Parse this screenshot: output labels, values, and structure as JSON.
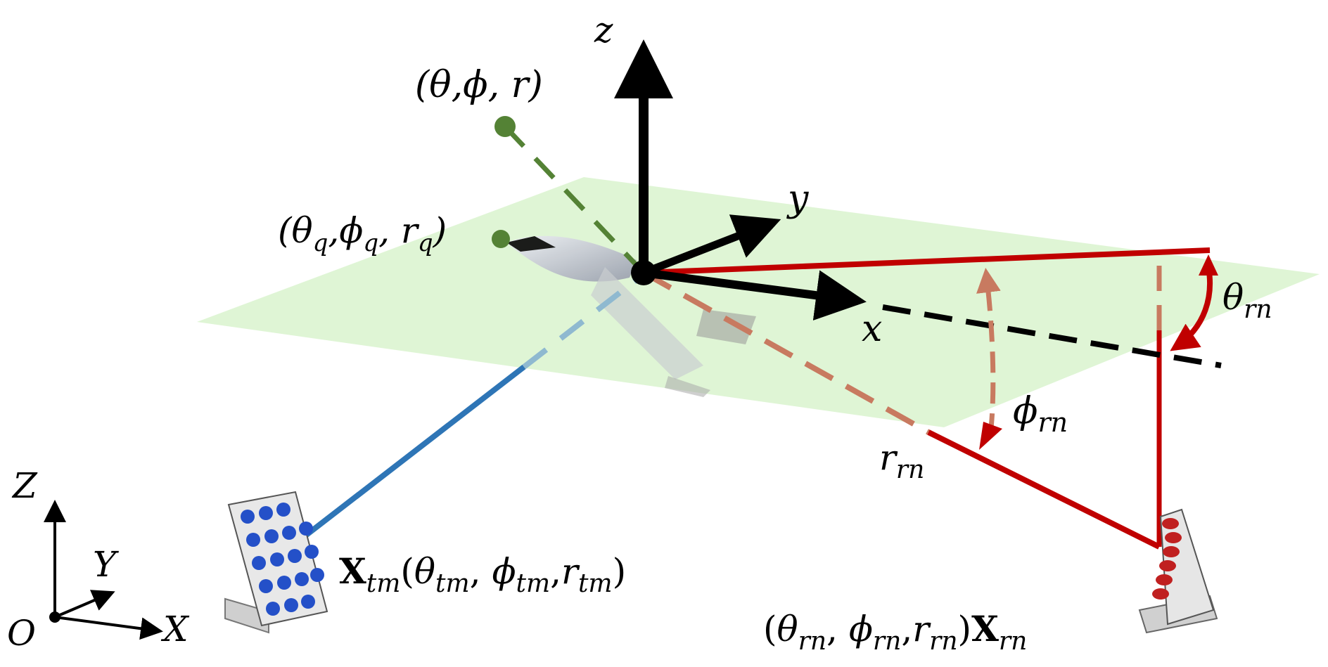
{
  "colors": {
    "plane": "#d9f2cc",
    "red": "#c00000",
    "red_light": "#c87a60",
    "blue": "#2e75b6",
    "blue_light": "#8fb9d0",
    "green": "#548235",
    "black": "#000000"
  },
  "labels": {
    "body_z": "z",
    "body_y": "y",
    "body_x": "x",
    "world_z": "Z",
    "world_y": "Y",
    "world_x": "X",
    "world_origin": "O",
    "point_general": "(θ,ϕ, r)",
    "q_open": "(θ",
    "q_sub": "q",
    "q_comma1": ",ϕ",
    "q_comma2": ", r",
    "q_close": ")",
    "theta": "θ",
    "phi": "ϕ",
    "r": "r",
    "sub_rn": "rn",
    "sub_tm": "tm",
    "bold_X": "X",
    "open_paren": "(",
    "close_paren": ")",
    "comma": ",",
    "comma_space": ", "
  },
  "icons": {
    "aircraft": "aircraft-icon",
    "transmit_array": "transmit-antenna-array-icon",
    "receive_array": "receive-antenna-array-icon"
  }
}
